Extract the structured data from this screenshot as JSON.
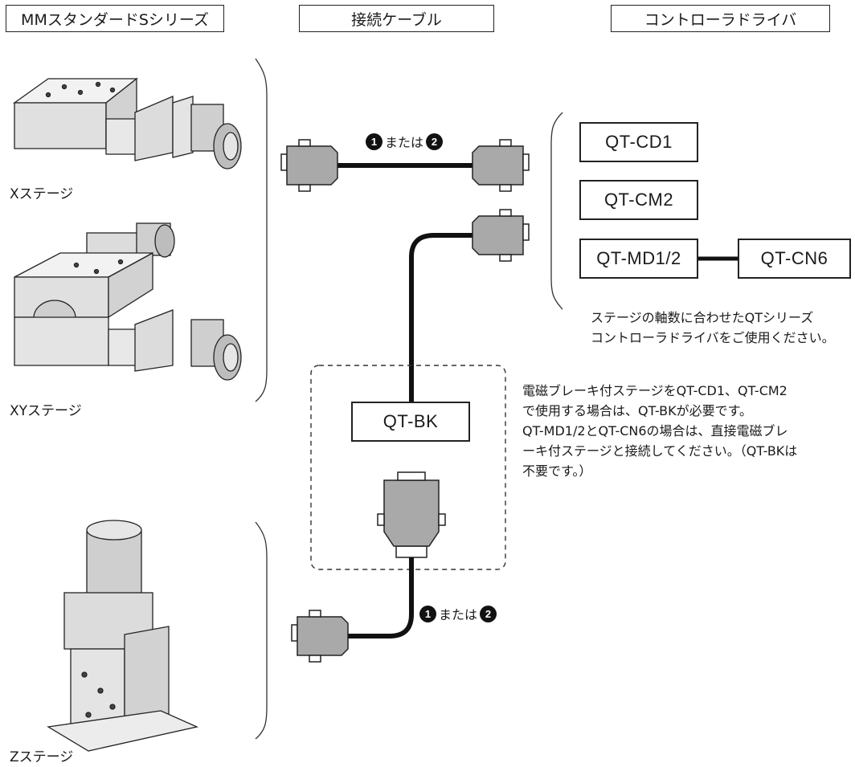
{
  "headers": {
    "stage_series": "MMスタンダードSシリーズ",
    "cable": "接続ケーブル",
    "controller": "コントローラドライバ"
  },
  "stages": {
    "x_label": "Xステージ",
    "xy_label": "XYステージ",
    "z_label": "Zステージ"
  },
  "cables": {
    "top": {
      "num1": "1",
      "connector_text": "または",
      "num2": "2"
    },
    "bottom": {
      "num1": "1",
      "connector_text": "または",
      "num2": "2"
    }
  },
  "controllers": {
    "cd1": "QT-CD1",
    "cm2": "QT-CM2",
    "md12": "QT-MD1/2",
    "cn6": "QT-CN6",
    "bk": "QT-BK"
  },
  "notes": {
    "controller_note": [
      "ステージの軸数に合わせたQTシリーズ",
      "コントローラドライバをご使用ください。"
    ],
    "brake_note": [
      "電磁ブレーキ付ステージをQT-CD1、QT-CM2",
      "で使用する場合は、QT-BKが必要です。",
      "QT-MD1/2とQT-CN6の場合は、直接電磁ブレ",
      "ーキ付ステージと接続してください。（QT-BKは",
      "不要です。）"
    ]
  },
  "colors": {
    "connector_fill": "#a9a9a9",
    "stage_fill": "#e6e6e6",
    "stroke": "#222222"
  }
}
